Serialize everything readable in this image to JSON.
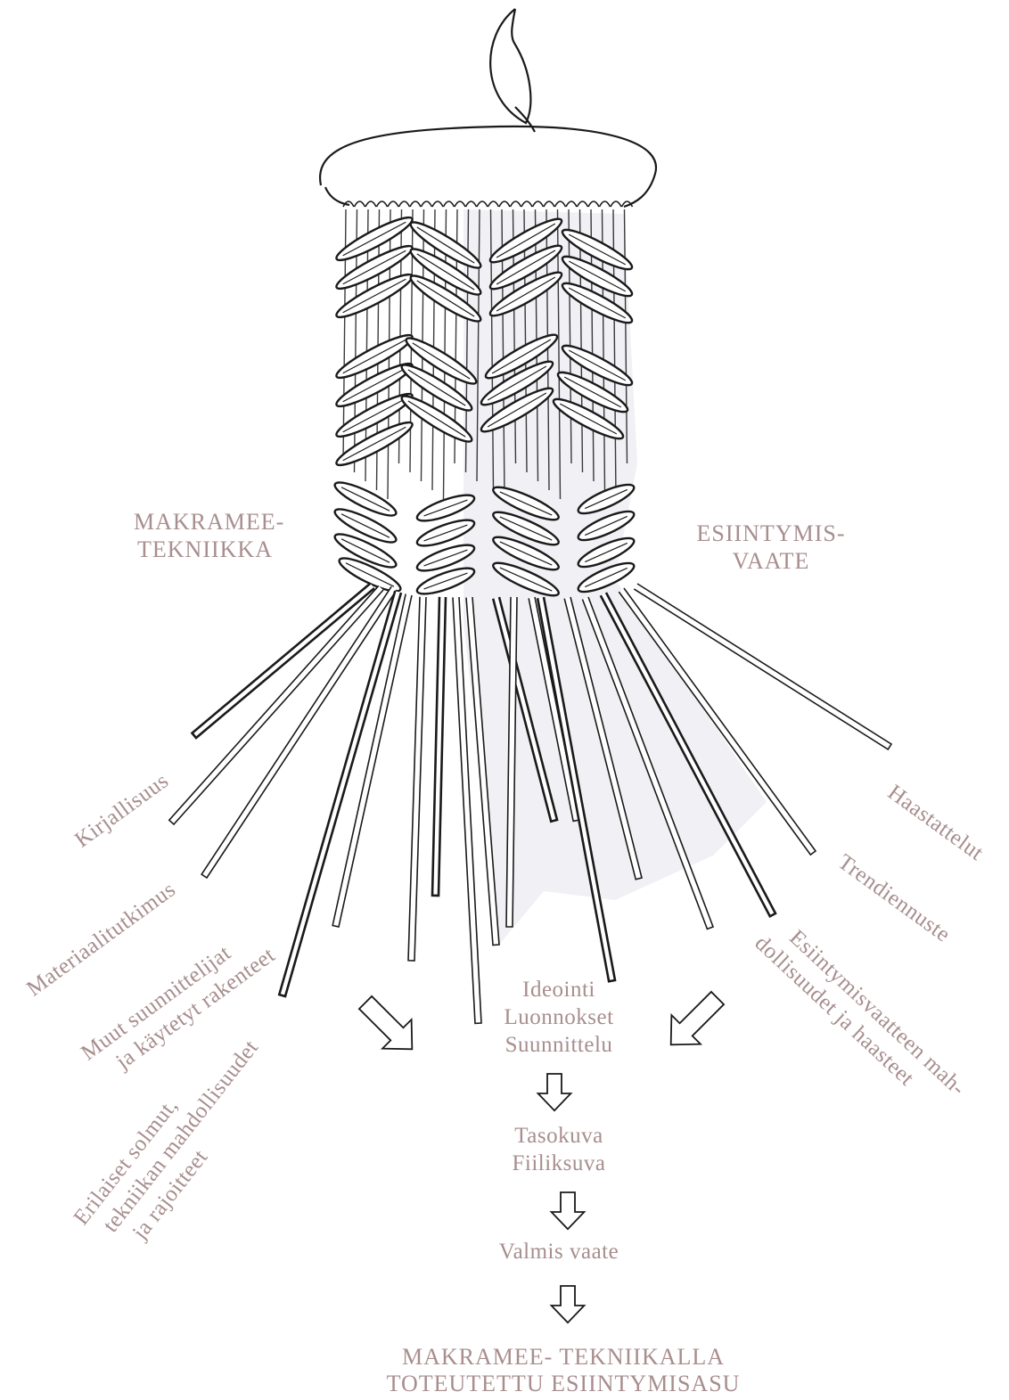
{
  "left_heading": [
    "MAKRAMEE-",
    "TEKNIIKKA"
  ],
  "right_heading": [
    "ESIINTYMIS-",
    "VAATE"
  ],
  "left_strands": {
    "kirjallisuus": "Kirjallisuus",
    "materiaalitutkimus": "Materiaalitutkimus",
    "muut": [
      "Muut suunnittelijat",
      "ja käytetyt rakenteet"
    ],
    "solmut": [
      "Erilaiset solmut,",
      "tekniikan mahdollisuudet",
      "ja rajoitteet"
    ]
  },
  "right_strands": {
    "haastattelut": "Haastattelut",
    "trendiennuste": "Trendiennuste",
    "mahdollisuudet": [
      "Esiintymisvaatteen mah-",
      "dollisuudet ja haasteet"
    ]
  },
  "process": {
    "step1": [
      "Ideointi",
      "Luonnokset",
      "Suunnittelu"
    ],
    "step2": [
      "Tasokuva",
      "Fiiliksuva"
    ],
    "step3": "Valmis vaate",
    "result": [
      "MAKRAMEE- TEKNIIKALLA",
      "TOTEUTETTU ESIINTYMISASU"
    ]
  },
  "colors": {
    "label": "#a88e8e",
    "ink": "#1a1a1a",
    "shadow": "#e8e6ef"
  }
}
